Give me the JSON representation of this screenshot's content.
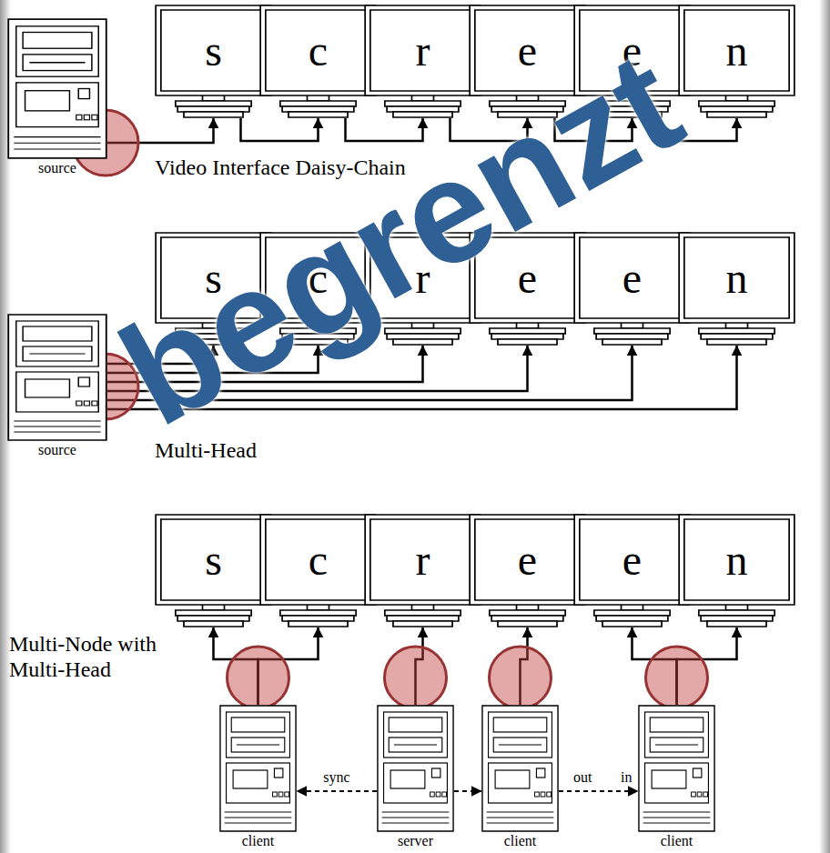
{
  "diagram": {
    "nodes": [
      {
        "text": [
          "source"
        ]
      },
      {
        "text": [
          "s"
        ]
      },
      {
        "text": [
          "c"
        ]
      },
      {
        "text": [
          "r"
        ]
      },
      {
        "text": [
          "e"
        ]
      },
      {
        "text": [
          "e"
        ]
      },
      {
        "text": [
          "n"
        ]
      },
      {
        "text": [
          "source"
        ]
      },
      {
        "text": [
          "s"
        ]
      },
      {
        "text": [
          "c"
        ]
      },
      {
        "text": [
          "r"
        ]
      },
      {
        "text": [
          "e"
        ]
      },
      {
        "text": [
          "e"
        ]
      },
      {
        "text": [
          "n"
        ]
      },
      {
        "text": [
          "s"
        ]
      },
      {
        "text": [
          "c"
        ]
      },
      {
        "text": [
          "r"
        ]
      },
      {
        "text": [
          "e"
        ]
      },
      {
        "text": [
          "e"
        ]
      },
      {
        "text": [
          "n"
        ]
      },
      {
        "text": [
          "client"
        ]
      },
      {
        "text": [
          "server"
        ]
      },
      {
        "text": [
          "client"
        ]
      },
      {
        "text": [
          "client"
        ]
      }
    ],
    "edges": [
      {
        "from": 0,
        "to": 1,
        "arrow": "to"
      },
      {
        "from": 1,
        "to": 2,
        "arrow": "to"
      },
      {
        "from": 2,
        "to": 3,
        "arrow": "to"
      },
      {
        "from": 3,
        "to": 4,
        "arrow": "to"
      },
      {
        "from": 4,
        "to": 5,
        "arrow": "to"
      },
      {
        "from": 5,
        "to": 6,
        "arrow": "to"
      },
      {
        "from": 7,
        "to": 8,
        "arrow": "to"
      },
      {
        "from": 7,
        "to": 9,
        "arrow": "to"
      },
      {
        "from": 7,
        "to": 10,
        "arrow": "to"
      },
      {
        "from": 7,
        "to": 11,
        "arrow": "to"
      },
      {
        "from": 7,
        "to": 12,
        "arrow": "to"
      },
      {
        "from": 7,
        "to": 13,
        "arrow": "to"
      },
      {
        "from": 20,
        "to": 14,
        "arrow": "to"
      },
      {
        "from": 20,
        "to": 15,
        "arrow": "to"
      },
      {
        "from": 21,
        "to": 16,
        "arrow": "to"
      },
      {
        "from": 22,
        "to": 17,
        "arrow": "to"
      },
      {
        "from": 23,
        "to": 18,
        "arrow": "to"
      },
      {
        "from": 23,
        "to": 19,
        "arrow": "to"
      },
      {
        "from": 21,
        "to": 20,
        "label": "sync",
        "arrow": "to"
      },
      {
        "from": 21,
        "to": 22,
        "arrow": "to"
      },
      {
        "from": 22,
        "to": 23,
        "arrow": "to"
      }
    ],
    "labels": [
      "Video Interface Daisy-Chain",
      "Multi-Head",
      "Multi-Node with Multi-Head",
      "out",
      "in",
      "begrenzt"
    ]
  }
}
